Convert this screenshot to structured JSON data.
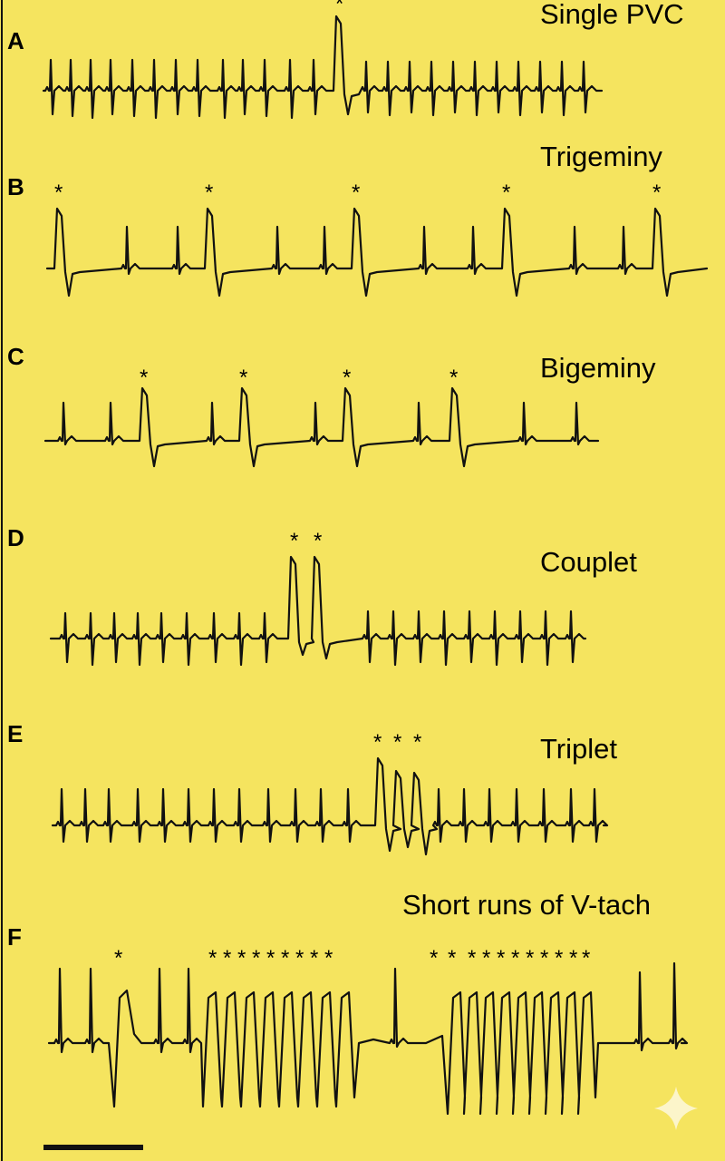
{
  "panels": [
    {
      "letter": "A",
      "title": "Single PVC",
      "pvc_count": 1
    },
    {
      "letter": "B",
      "title": "Trigeminy",
      "pvc_count": 5
    },
    {
      "letter": "C",
      "title": "Bigeminy",
      "pvc_count": 4
    },
    {
      "letter": "D",
      "title": "Couplet",
      "pvc_count": 2
    },
    {
      "letter": "E",
      "title": "Triplet",
      "pvc_count": 3
    },
    {
      "letter": "F",
      "title": "Short runs of V-tach"
    }
  ],
  "marker": "*",
  "colors": {
    "background": "#f5e45f",
    "trace": "#111111",
    "sparkle": "#fdf6d6"
  },
  "decorations": {
    "scale_bar": true,
    "sparkle_icon": "sparkle-icon"
  }
}
